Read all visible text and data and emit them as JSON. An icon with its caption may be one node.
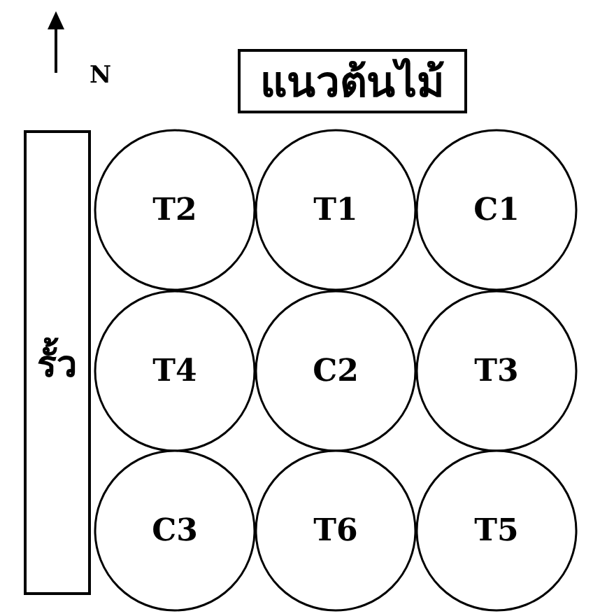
{
  "diagram": {
    "nodes": [
      {
        "text": [
          "แนวต้นไม้"
        ]
      },
      {
        "text": [
          "รั้ว"
        ]
      },
      {
        "text": [
          "T2"
        ]
      },
      {
        "text": [
          "T1"
        ]
      },
      {
        "text": [
          "C1"
        ]
      },
      {
        "text": [
          "T4"
        ]
      },
      {
        "text": [
          "C2"
        ]
      },
      {
        "text": [
          "T3"
        ]
      },
      {
        "text": [
          "C3"
        ]
      },
      {
        "text": [
          "T6"
        ]
      },
      {
        "text": [
          "T5"
        ]
      }
    ],
    "edges": [],
    "labels": [
      "N"
    ]
  }
}
